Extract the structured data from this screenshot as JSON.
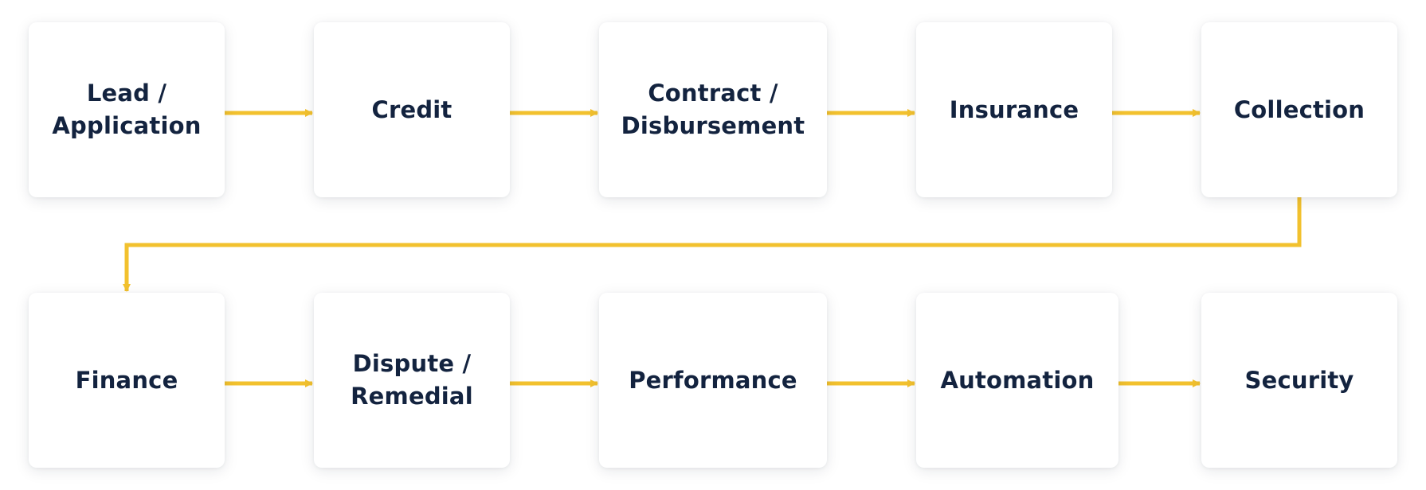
{
  "diagram": {
    "accent_color": "#F2C12E",
    "text_color": "#13233F",
    "row1": [
      {
        "id": "lead",
        "label": "Lead /\nApplication"
      },
      {
        "id": "credit",
        "label": "Credit"
      },
      {
        "id": "contract",
        "label": "Contract /\nDisbursement"
      },
      {
        "id": "insurance",
        "label": "Insurance"
      },
      {
        "id": "collection",
        "label": "Collection"
      }
    ],
    "row2": [
      {
        "id": "finance",
        "label": "Finance"
      },
      {
        "id": "dispute",
        "label": "Dispute /\nRemedial"
      },
      {
        "id": "performance",
        "label": "Performance"
      },
      {
        "id": "automation",
        "label": "Automation"
      },
      {
        "id": "security",
        "label": "Security"
      }
    ],
    "edges": [
      [
        "lead",
        "credit"
      ],
      [
        "credit",
        "contract"
      ],
      [
        "contract",
        "insurance"
      ],
      [
        "insurance",
        "collection"
      ],
      [
        "collection",
        "finance"
      ],
      [
        "finance",
        "dispute"
      ],
      [
        "dispute",
        "performance"
      ],
      [
        "performance",
        "automation"
      ],
      [
        "automation",
        "security"
      ]
    ]
  }
}
